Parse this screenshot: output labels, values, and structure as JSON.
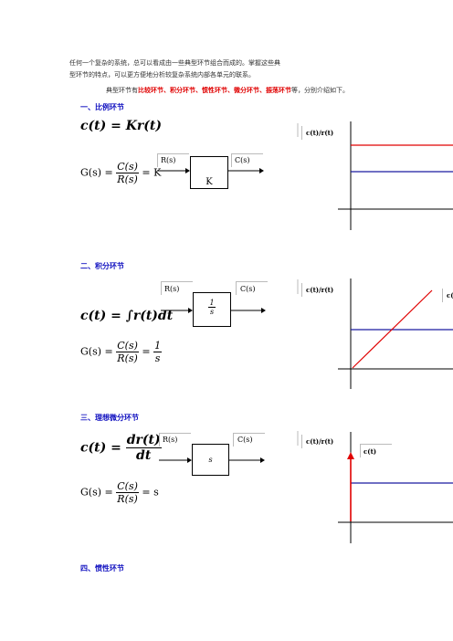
{
  "intro": {
    "line1": "任何一个复杂的系统，总可以看成由一些典型环节组合而成的。掌握这些典",
    "line2": "型环节的特点，可以更方便地分析较复杂系统内部各单元的联系。",
    "lead_prefix": "典型环节有",
    "lead_items": "比较环节、积分环节、惯性环节、微分环节、振荡环节",
    "lead_suffix": "等，分别介绍如下。"
  },
  "sections": {
    "s1": {
      "title": "一、比例环节",
      "time_eq": "c(t) = Kr(t)",
      "tf_lhs": "G(s) =",
      "tf_num": "C(s)",
      "tf_den": "R(s)",
      "tf_rhs": "= K",
      "input": "R(s)",
      "output": "C(s)",
      "block": "K",
      "plot_label": "c(t)/r(t)"
    },
    "s2": {
      "title": "二、积分环节",
      "time_eq": "c(t) = ∫r(t)dt",
      "tf_lhs": "G(s) =",
      "tf_num": "C(s)",
      "tf_den": "R(s)",
      "tf_eq": "=",
      "tf_rnum": "1",
      "tf_rden": "s",
      "input": "R(s)",
      "output": "C(s)",
      "block_num": "1",
      "block_den": "s",
      "plot_label": "c(t)/r(t)",
      "curve_label": "c(t"
    },
    "s3": {
      "title": "三、理想微分环节",
      "time_lhs": "c(t) =",
      "time_num": "dr(t)",
      "time_den": "dt",
      "tf_lhs": "G(s) =",
      "tf_num": "C(s)",
      "tf_den": "R(s)",
      "tf_rhs": "= s",
      "input": "R(s)",
      "output": "C(s)",
      "block": "s",
      "plot_label": "c(t)/r(t)",
      "curve_label": "c(t)"
    },
    "s4": {
      "title": "四、惯性环节"
    }
  },
  "colors": {
    "section_title": "#1010c0",
    "highlight": "#e00000",
    "output_line": "#e00000",
    "input_line": "#1a1aa0"
  }
}
